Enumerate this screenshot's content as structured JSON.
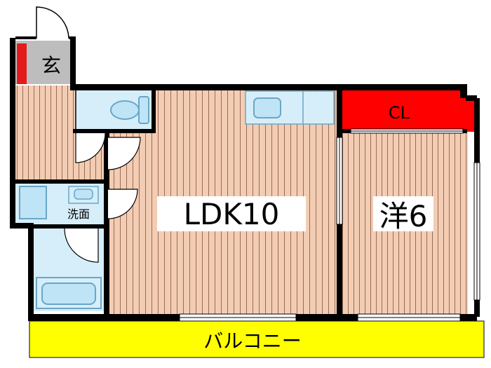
{
  "rooms": {
    "entrance": {
      "label": "玄"
    },
    "washroom": {
      "label": "洗面"
    },
    "ldk": {
      "label": "LDK10"
    },
    "western": {
      "label": "洋6"
    },
    "closet": {
      "label": "CL"
    },
    "balcony": {
      "label": "バルコニー"
    }
  },
  "colors": {
    "wall": "#000000",
    "wood_floor": "#f3cdb3",
    "wood_line": "#9a6a56",
    "fixture": "#bfe4f6",
    "fixture_outline": "#6aa6c8",
    "closet": "#ff0000",
    "shoe_box": "#e21b1b",
    "balcony": "#ffff00",
    "entrance_floor": "#bdbdbd"
  }
}
